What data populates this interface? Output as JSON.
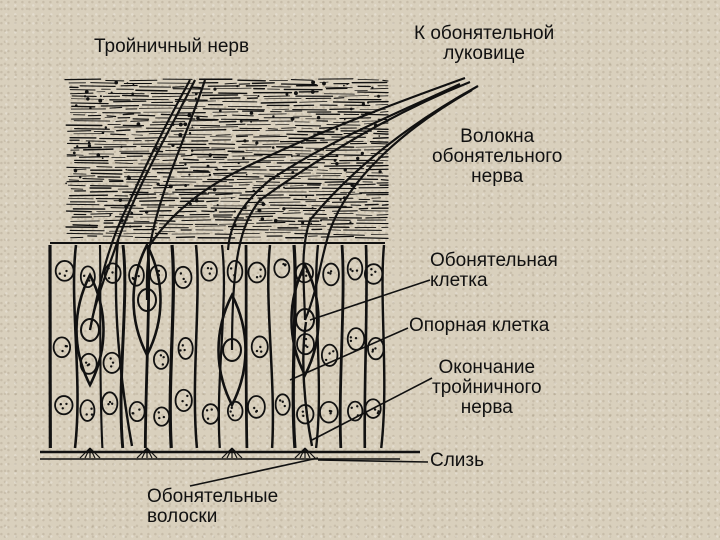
{
  "labels": {
    "trigeminal_nerve": "Тройничный нерв",
    "to_olfactory_bulb": [
      "К обонятельной",
      "луковице"
    ],
    "olfactory_nerve_fibers": [
      "Волокна",
      "обонятельного",
      "нерва"
    ],
    "olfactory_cell": [
      "Обонятельная",
      "клетка"
    ],
    "supporting_cell": "Опорная клетка",
    "trigeminal_ending": [
      "Окончание",
      "тройничного",
      "нерва"
    ],
    "mucus": "Слизь",
    "olfactory_hairs": [
      "Обонятельные",
      "волоски"
    ]
  },
  "colors": {
    "background": "#d9d0bd",
    "ink": "#111111"
  }
}
